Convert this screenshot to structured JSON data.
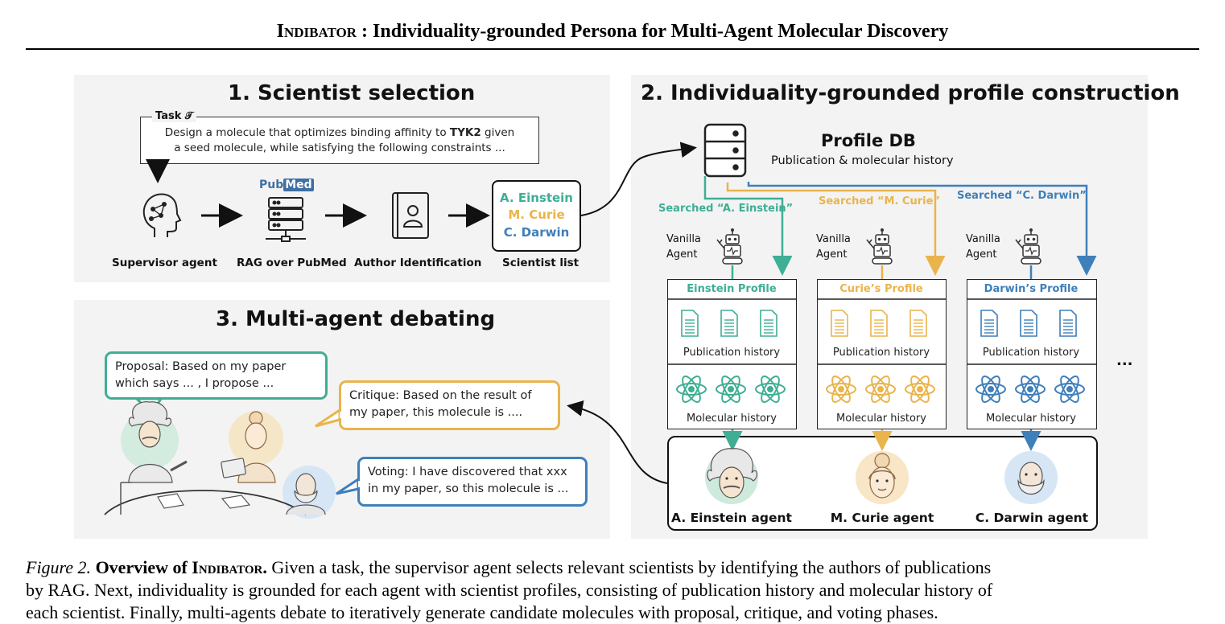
{
  "header": {
    "title_name": "Indibator",
    "title_rest": " : Individuality-grounded Persona for Multi-Agent Molecular Discovery"
  },
  "panel1": {
    "title": "1. Scientist selection",
    "task_label": "Task 𝒯",
    "task_line1_pre": "Design a molecule that optimizes binding affinity to ",
    "task_line1_bold": "TYK2",
    "task_line1_post": " given",
    "task_line2": "a seed molecule, while satisfying the following constraints ...",
    "pubmed_logo_a": "Pub",
    "pubmed_logo_b": "Med",
    "steps": [
      "Supervisor agent",
      "RAG over PubMed",
      "Author Identification",
      "Scientist list"
    ],
    "scientists": [
      "A. Einstein",
      "M. Curie",
      "C. Darwin"
    ]
  },
  "panel2": {
    "title": "2. Individuality-grounded profile construction",
    "db_title": "Profile DB",
    "db_subtitle": "Publication & molecular history",
    "searched": [
      "Searched “A. Einstein”",
      "Searched “M. Curie”",
      "Searched “C. Darwin”"
    ],
    "vanilla_line1": "Vanilla",
    "vanilla_line2": "Agent",
    "profiles": [
      "Einstein Profile",
      "Curie’s Profile",
      "Darwin’s Profile"
    ],
    "publication_history": "Publication history",
    "molecular_history": "Molecular history",
    "ellipsis": "...",
    "agents": [
      "A. Einstein agent",
      "M. Curie agent",
      "C. Darwin agent"
    ]
  },
  "panel3": {
    "title": "3. Multi-agent debating",
    "proposal": [
      "Proposal: Based on my paper",
      "which says ... , I propose ..."
    ],
    "critique": [
      "Critique: Based on the result of",
      "my paper, this molecule is ...."
    ],
    "voting": [
      "Voting: I have discovered that xxx",
      "in my paper, so this molecule is ..."
    ]
  },
  "caption": {
    "fig": "Figure 2.",
    "bold_pre": "Overview of ",
    "bold_name": "Indibator.",
    "line1_rest": " Given a task, the supervisor agent selects relevant scientists by identifying the authors of publications",
    "line2": "by RAG. Next, individuality is grounded for each agent with scientist profiles, consisting of publication history and molecular history of",
    "line3": "each scientist. Finally, multi-agents debate to iteratively generate candidate molecules with proposal, critique, and voting phases."
  },
  "colors": {
    "green": "#3fae95",
    "yellow": "#e9b44c",
    "blue": "#3f7fba",
    "panel_bg": "#f3f3f3"
  }
}
